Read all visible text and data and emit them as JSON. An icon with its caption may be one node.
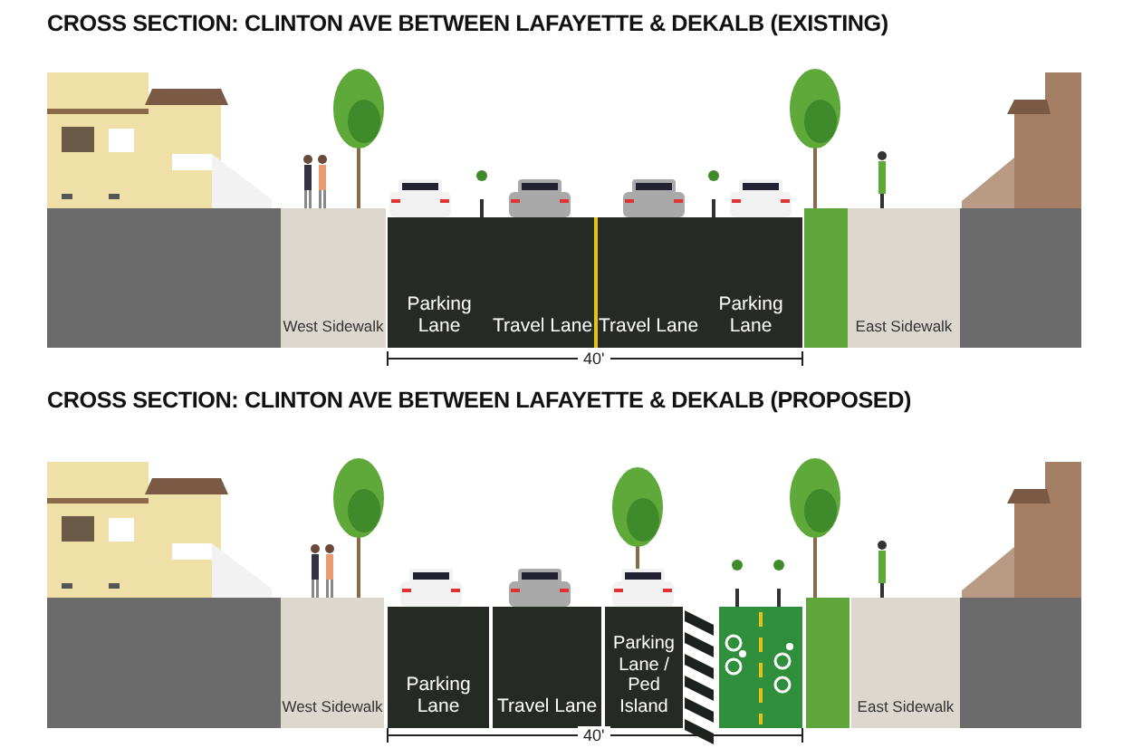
{
  "diagram": {
    "nodes": [
      {
        "text": [
          "CROSS SECTION: CLINTON AVE BETWEEN LAFAYETTE & DEKALB (EXISTING)"
        ]
      },
      {
        "text": [
          "West Sidewalk"
        ],
        "in": 0
      },
      {
        "text": [
          "Parking Lane"
        ],
        "in": 0
      },
      {
        "text": [
          "Travel Lane"
        ],
        "in": 0
      },
      {
        "text": [
          "Travel Lane"
        ],
        "in": 0
      },
      {
        "text": [
          "Parking Lane"
        ],
        "in": 0
      },
      {
        "text": [
          "East Sidewalk"
        ],
        "in": 0
      },
      {
        "text": [
          "CROSS SECTION: CLINTON AVE BETWEEN LAFAYETTE & DEKALB (PROPOSED)"
        ]
      },
      {
        "text": [
          "West Sidewalk"
        ],
        "in": 7
      },
      {
        "text": [
          "Parking Lane"
        ],
        "in": 7
      },
      {
        "text": [
          "Travel Lane"
        ],
        "in": 7
      },
      {
        "text": [
          "Parking Lane / Ped Island"
        ],
        "in": 7
      },
      {
        "text": [
          "East Sidewalk"
        ],
        "in": 7
      }
    ],
    "labels": [
      "40'",
      "40'"
    ]
  }
}
